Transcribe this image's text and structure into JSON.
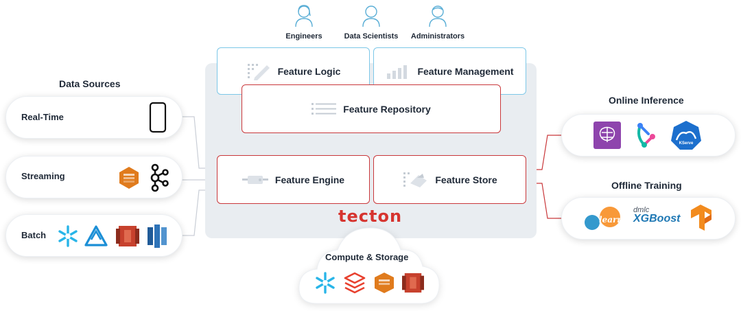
{
  "users": [
    {
      "label": "Engineers",
      "icon": "person-icon"
    },
    {
      "label": "Data Scientists",
      "icon": "person-icon"
    },
    {
      "label": "Administrators",
      "icon": "person-icon"
    }
  ],
  "data_sources": {
    "heading": "Data Sources",
    "items": [
      {
        "label": "Real-Time",
        "icons": [
          "mobile-phone-icon"
        ]
      },
      {
        "label": "Streaming",
        "icons": [
          "aws-kinesis-icon",
          "kafka-icon"
        ]
      },
      {
        "label": "Batch",
        "icons": [
          "snowflake-icon",
          "azure-synapse-icon",
          "aws-s3-icon",
          "aws-redshift-icon"
        ]
      }
    ]
  },
  "platform": {
    "feature_logic": "Feature Logic",
    "feature_management": "Feature Management",
    "feature_repository": "Feature Repository",
    "feature_engine": "Feature Engine",
    "feature_store": "Feature Store",
    "brand": "tecton"
  },
  "online_inference": {
    "heading": "Online Inference",
    "icons": [
      "sagemaker-icon",
      "seldon-icon",
      "kserve-icon"
    ],
    "kserve_text": "KServe"
  },
  "offline_training": {
    "heading": "Offline Training",
    "icons": [
      "scikit-learn-icon",
      "xgboost-icon",
      "tensorflow-icon"
    ],
    "sklearn_text": "learn",
    "xgboost_top": "dmlc",
    "xgboost_main": "XGBoost"
  },
  "compute_storage": {
    "heading": "Compute & Storage",
    "icons": [
      "snowflake-icon",
      "databricks-icon",
      "aws-kinesis-icon",
      "aws-s3-icon"
    ]
  },
  "colors": {
    "red_border": "#c9373a",
    "blue_border": "#7cc7e8",
    "panel_bg": "#e9edf1",
    "tecton_red": "#d6342f"
  }
}
